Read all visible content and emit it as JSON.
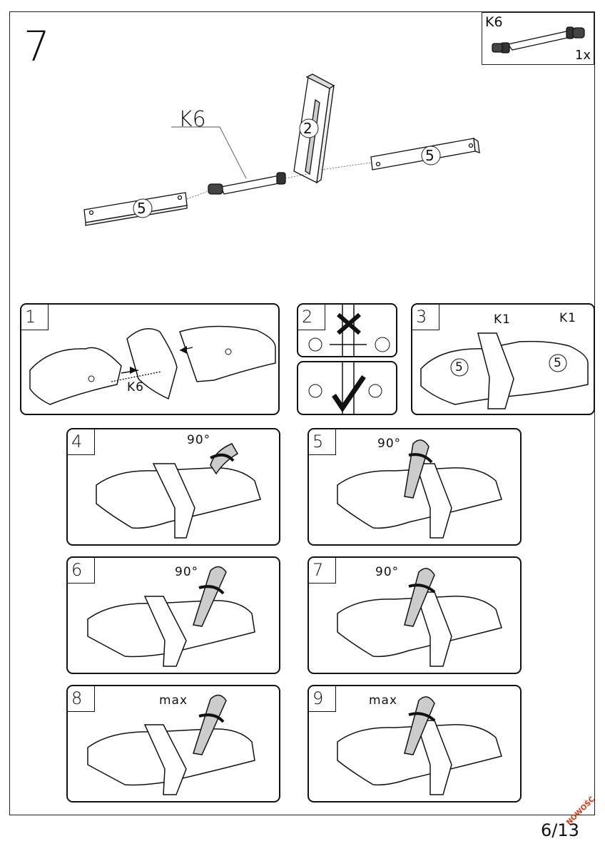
{
  "step": {
    "number": "7"
  },
  "part": {
    "code": "K6",
    "qty": "1x"
  },
  "overview": {
    "callout": "K6",
    "label_2": "2",
    "label_5a": "5",
    "label_5b": "5"
  },
  "panels": [
    {
      "num": "1",
      "label": "K6"
    },
    {
      "num": "2"
    },
    {
      "num": "3",
      "label_a": "K1",
      "label_b": "K1",
      "mark_a": "5",
      "mark_b": "5"
    },
    {
      "num": "4",
      "label": "90°"
    },
    {
      "num": "5",
      "label": "90°"
    },
    {
      "num": "6",
      "label": "90°"
    },
    {
      "num": "7",
      "label": "90°"
    },
    {
      "num": "8",
      "label": "max"
    },
    {
      "num": "9",
      "label": "max"
    }
  ],
  "page": {
    "indicator": "6/13",
    "badge": "NOWOŚĆ"
  }
}
